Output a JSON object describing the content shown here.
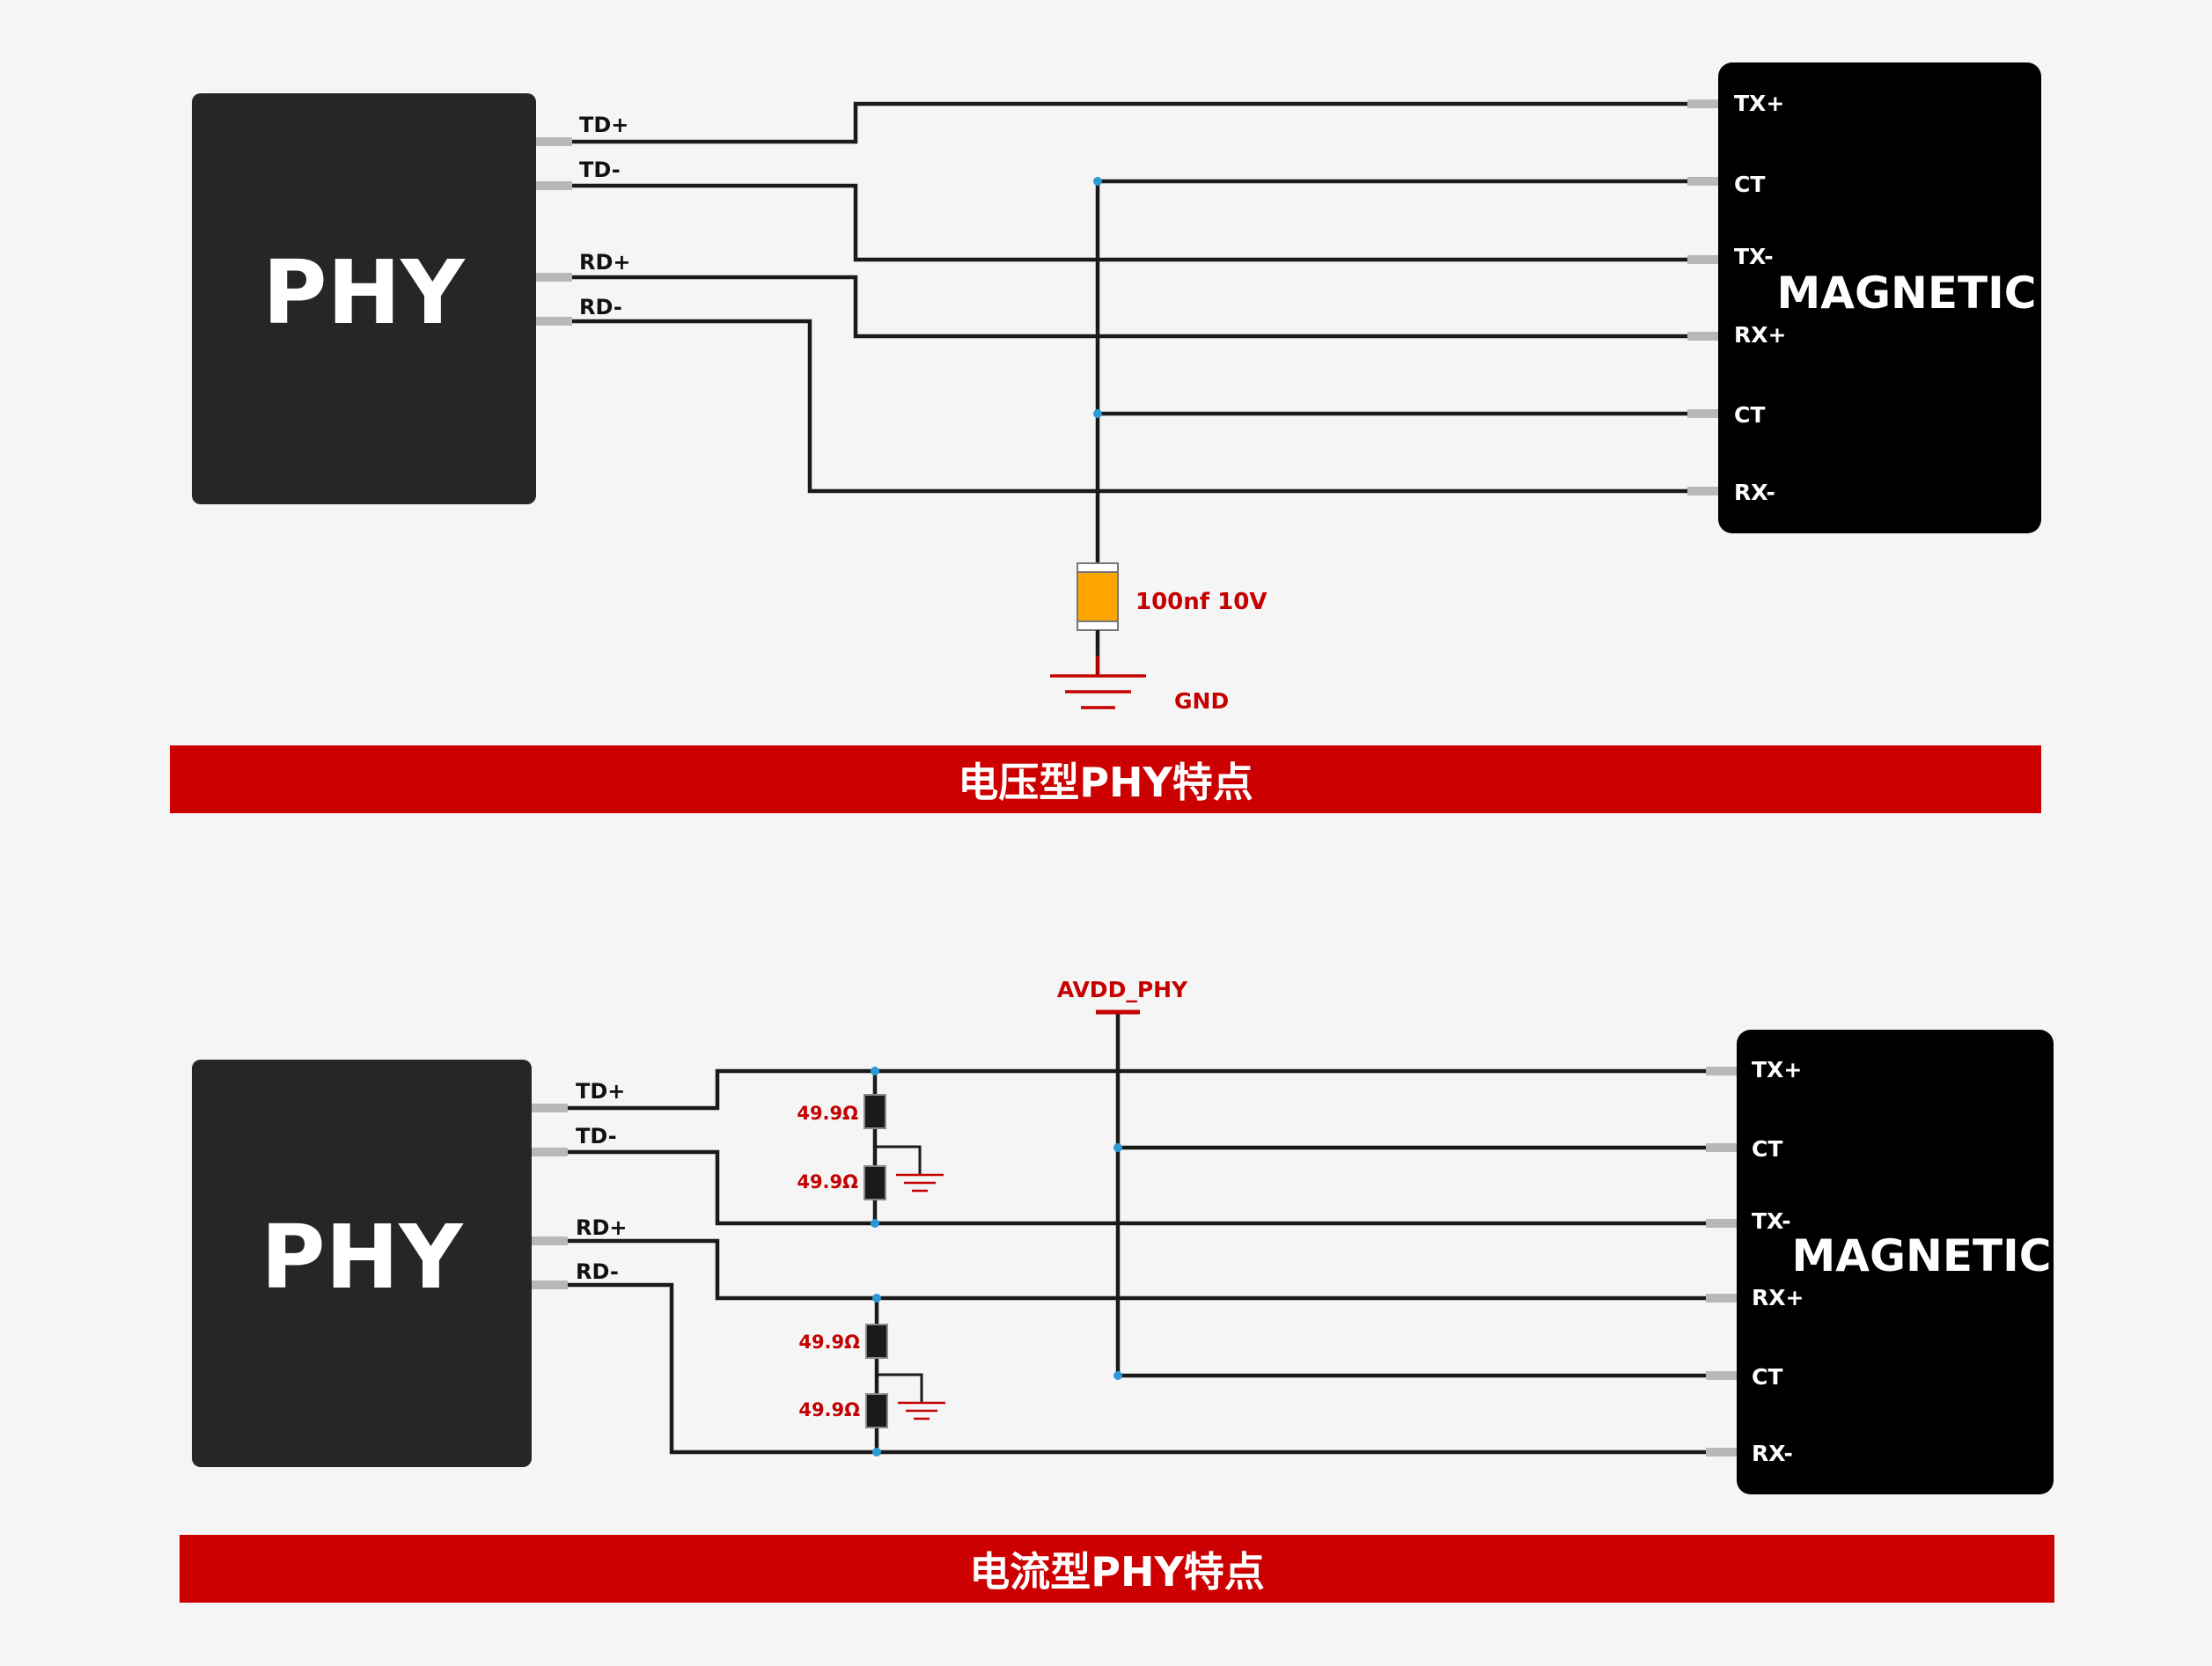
{
  "top": {
    "phy_label": "PHY",
    "phy_pins": [
      "TD+",
      "TD-",
      "RD+",
      "RD-"
    ],
    "magnetic_label": "MAGNETIC",
    "magnetic_pins": [
      "TX+",
      "CT",
      "TX-",
      "RX+",
      "CT",
      "RX-"
    ],
    "capacitor_label": "100nf 10V",
    "gnd_label": "GND",
    "caption": "电压型PHY特点"
  },
  "bottom": {
    "phy_label": "PHY",
    "phy_pins": [
      "TD+",
      "TD-",
      "RD+",
      "RD-"
    ],
    "magnetic_label": "MAGNETIC",
    "magnetic_pins": [
      "TX+",
      "CT",
      "TX-",
      "RX+",
      "CT",
      "RX-"
    ],
    "supply_label": "AVDD_PHY",
    "resistor_labels": [
      "49.9Ω",
      "49.9Ω",
      "49.9Ω",
      "49.9Ω"
    ],
    "caption": "电流型PHY特点"
  },
  "colors": {
    "background": "#f5f5f5",
    "accent_red": "#cc0000",
    "chip_dark": "#262626",
    "magnetic_black": "#000000",
    "capacitor": "#ffa500",
    "junction": "#2b9bd8"
  }
}
